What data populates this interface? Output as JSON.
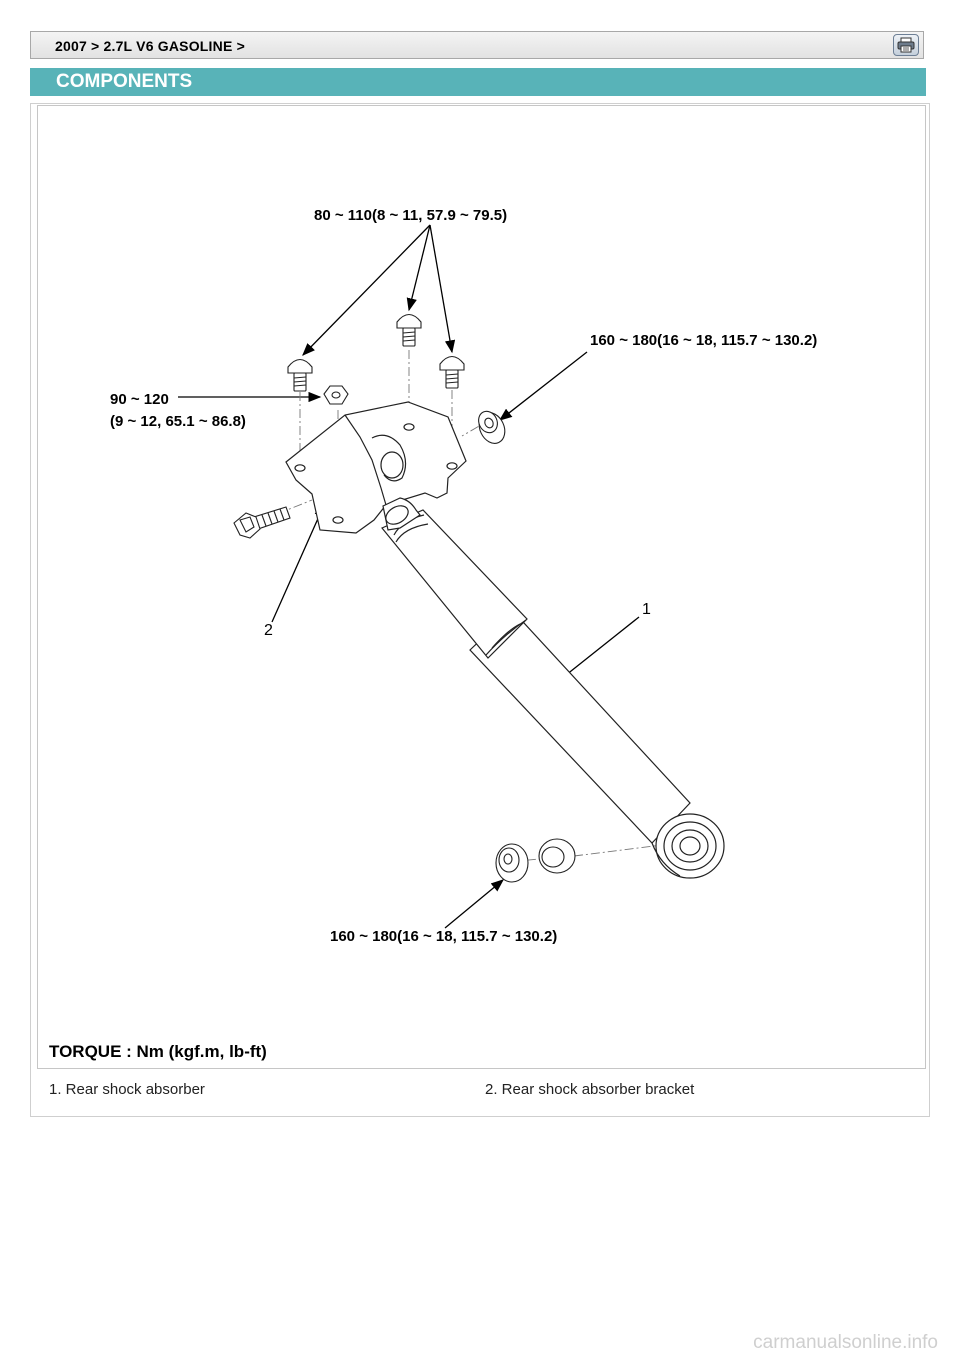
{
  "breadcrumb": {
    "text": "2007 > 2.7L  V6 GASOLINE >"
  },
  "toolbar": {
    "print_icon": "printer-icon"
  },
  "section": {
    "title": "COMPONENTS"
  },
  "figure": {
    "torque_labels": {
      "top_bolts": "80 ~ 110(8 ~ 11, 57.9 ~ 79.5)",
      "upper_nut": "160 ~ 180(16 ~ 18, 115.7 ~ 130.2)",
      "bracket_nut_line1": "90 ~ 120",
      "bracket_nut_line2": "(9 ~ 12, 65.1 ~ 86.8)",
      "lower_nut": "160 ~ 180(16 ~ 18, 115.7 ~ 130.2)"
    },
    "callouts": {
      "shock": "1",
      "bracket": "2"
    },
    "torque_unit_note": "TORQUE : Nm (kgf.m, lb-ft)"
  },
  "legend": [
    {
      "text": "1. Rear shock absorber"
    },
    {
      "text": "2. Rear shock absorber bracket"
    }
  ],
  "watermark": {
    "text": "carmanualsonline.info"
  }
}
